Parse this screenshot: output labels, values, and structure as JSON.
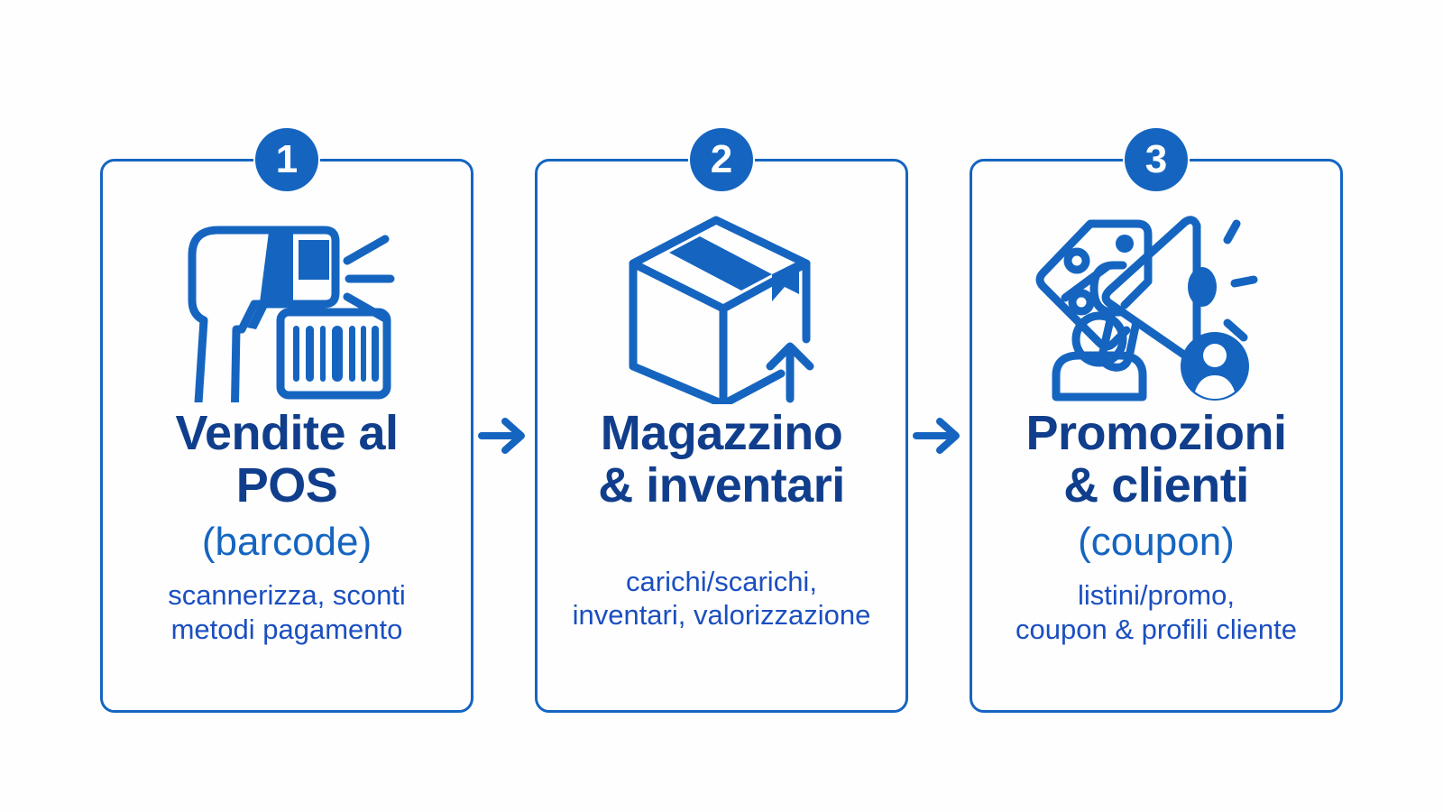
{
  "background_color": "#fefefe",
  "palette": {
    "primary_blue": "#1565c0",
    "title_navy": "#103e8c",
    "subtitle_blue": "#1b4fc0",
    "badge_text": "#ffffff"
  },
  "diagram": {
    "type": "horizontal-3-step-flow",
    "language": "it",
    "steps": [
      {
        "number": "1",
        "icon": "barcode-scanner-icon",
        "title": "Vendite al\nPOS",
        "paren": "(barcode)",
        "subtitle": "scannerizza, sconti\nmetodi pagamento"
      },
      {
        "number": "2",
        "icon": "shipping-box-icon",
        "title": "Magazzino\n& inventari",
        "paren": "",
        "subtitle": "carichi/scarichi,\ninventari, valorizzazione"
      },
      {
        "number": "3",
        "icon": "promo-tag-megaphone-customers-icon",
        "title": "Promozioni\n& clienti",
        "paren": "(coupon)",
        "subtitle": "listini/promo,\ncoupon & profili cliente"
      }
    ],
    "connectors": [
      {
        "name": "arrow-step-1-to-2",
        "glyph": "arrow-right-icon"
      },
      {
        "name": "arrow-step-2-to-3",
        "glyph": "arrow-right-icon"
      }
    ]
  }
}
